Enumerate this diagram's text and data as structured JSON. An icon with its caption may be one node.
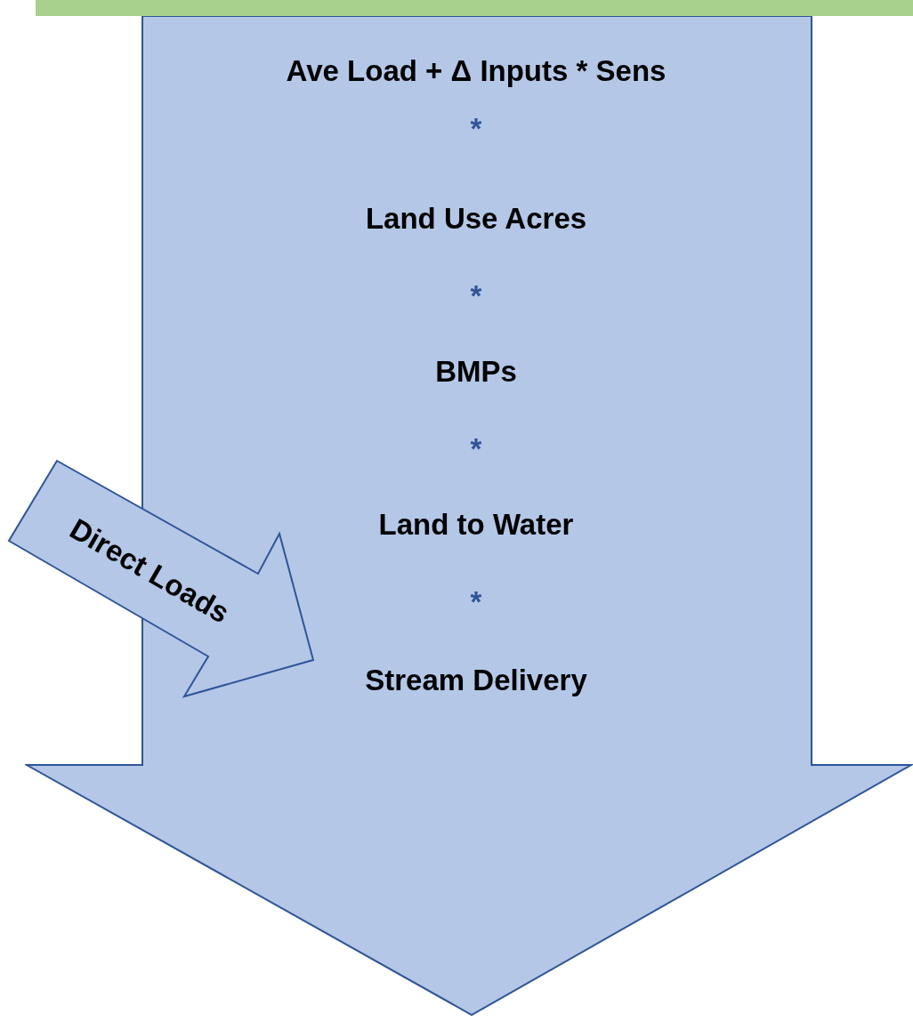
{
  "diagram": {
    "nodes": [
      {
        "text": [],
        "shape": "bar"
      },
      {
        "text": [
          "Ave Load + Δ Inputs * Sens",
          "*",
          "Land Use Acres",
          "*",
          "BMPs",
          "*",
          "Land to Water",
          "*",
          "Stream Delivery"
        ]
      },
      {
        "text": [
          "Direct Loads"
        ]
      }
    ],
    "edges": []
  }
}
